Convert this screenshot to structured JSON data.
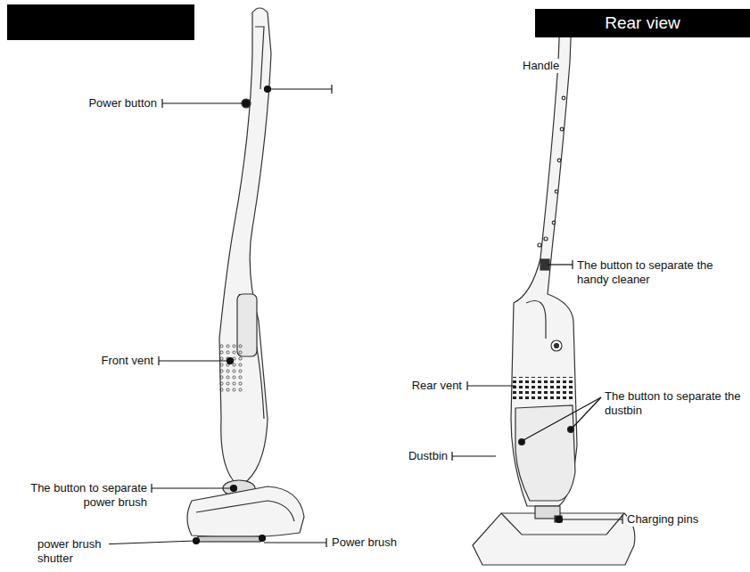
{
  "diagram": {
    "nodes": [
      {
        "text": [
          "Rear view"
        ]
      }
    ],
    "labels": [
      "Power button",
      "Front vent",
      "The button to separate power brush",
      "power brush shutter",
      "Power brush",
      "Handle",
      "The button to separate the handy cleaner",
      "Rear vent",
      "The button to separate the dustbin",
      "Dustbin",
      "Charging pins"
    ]
  }
}
